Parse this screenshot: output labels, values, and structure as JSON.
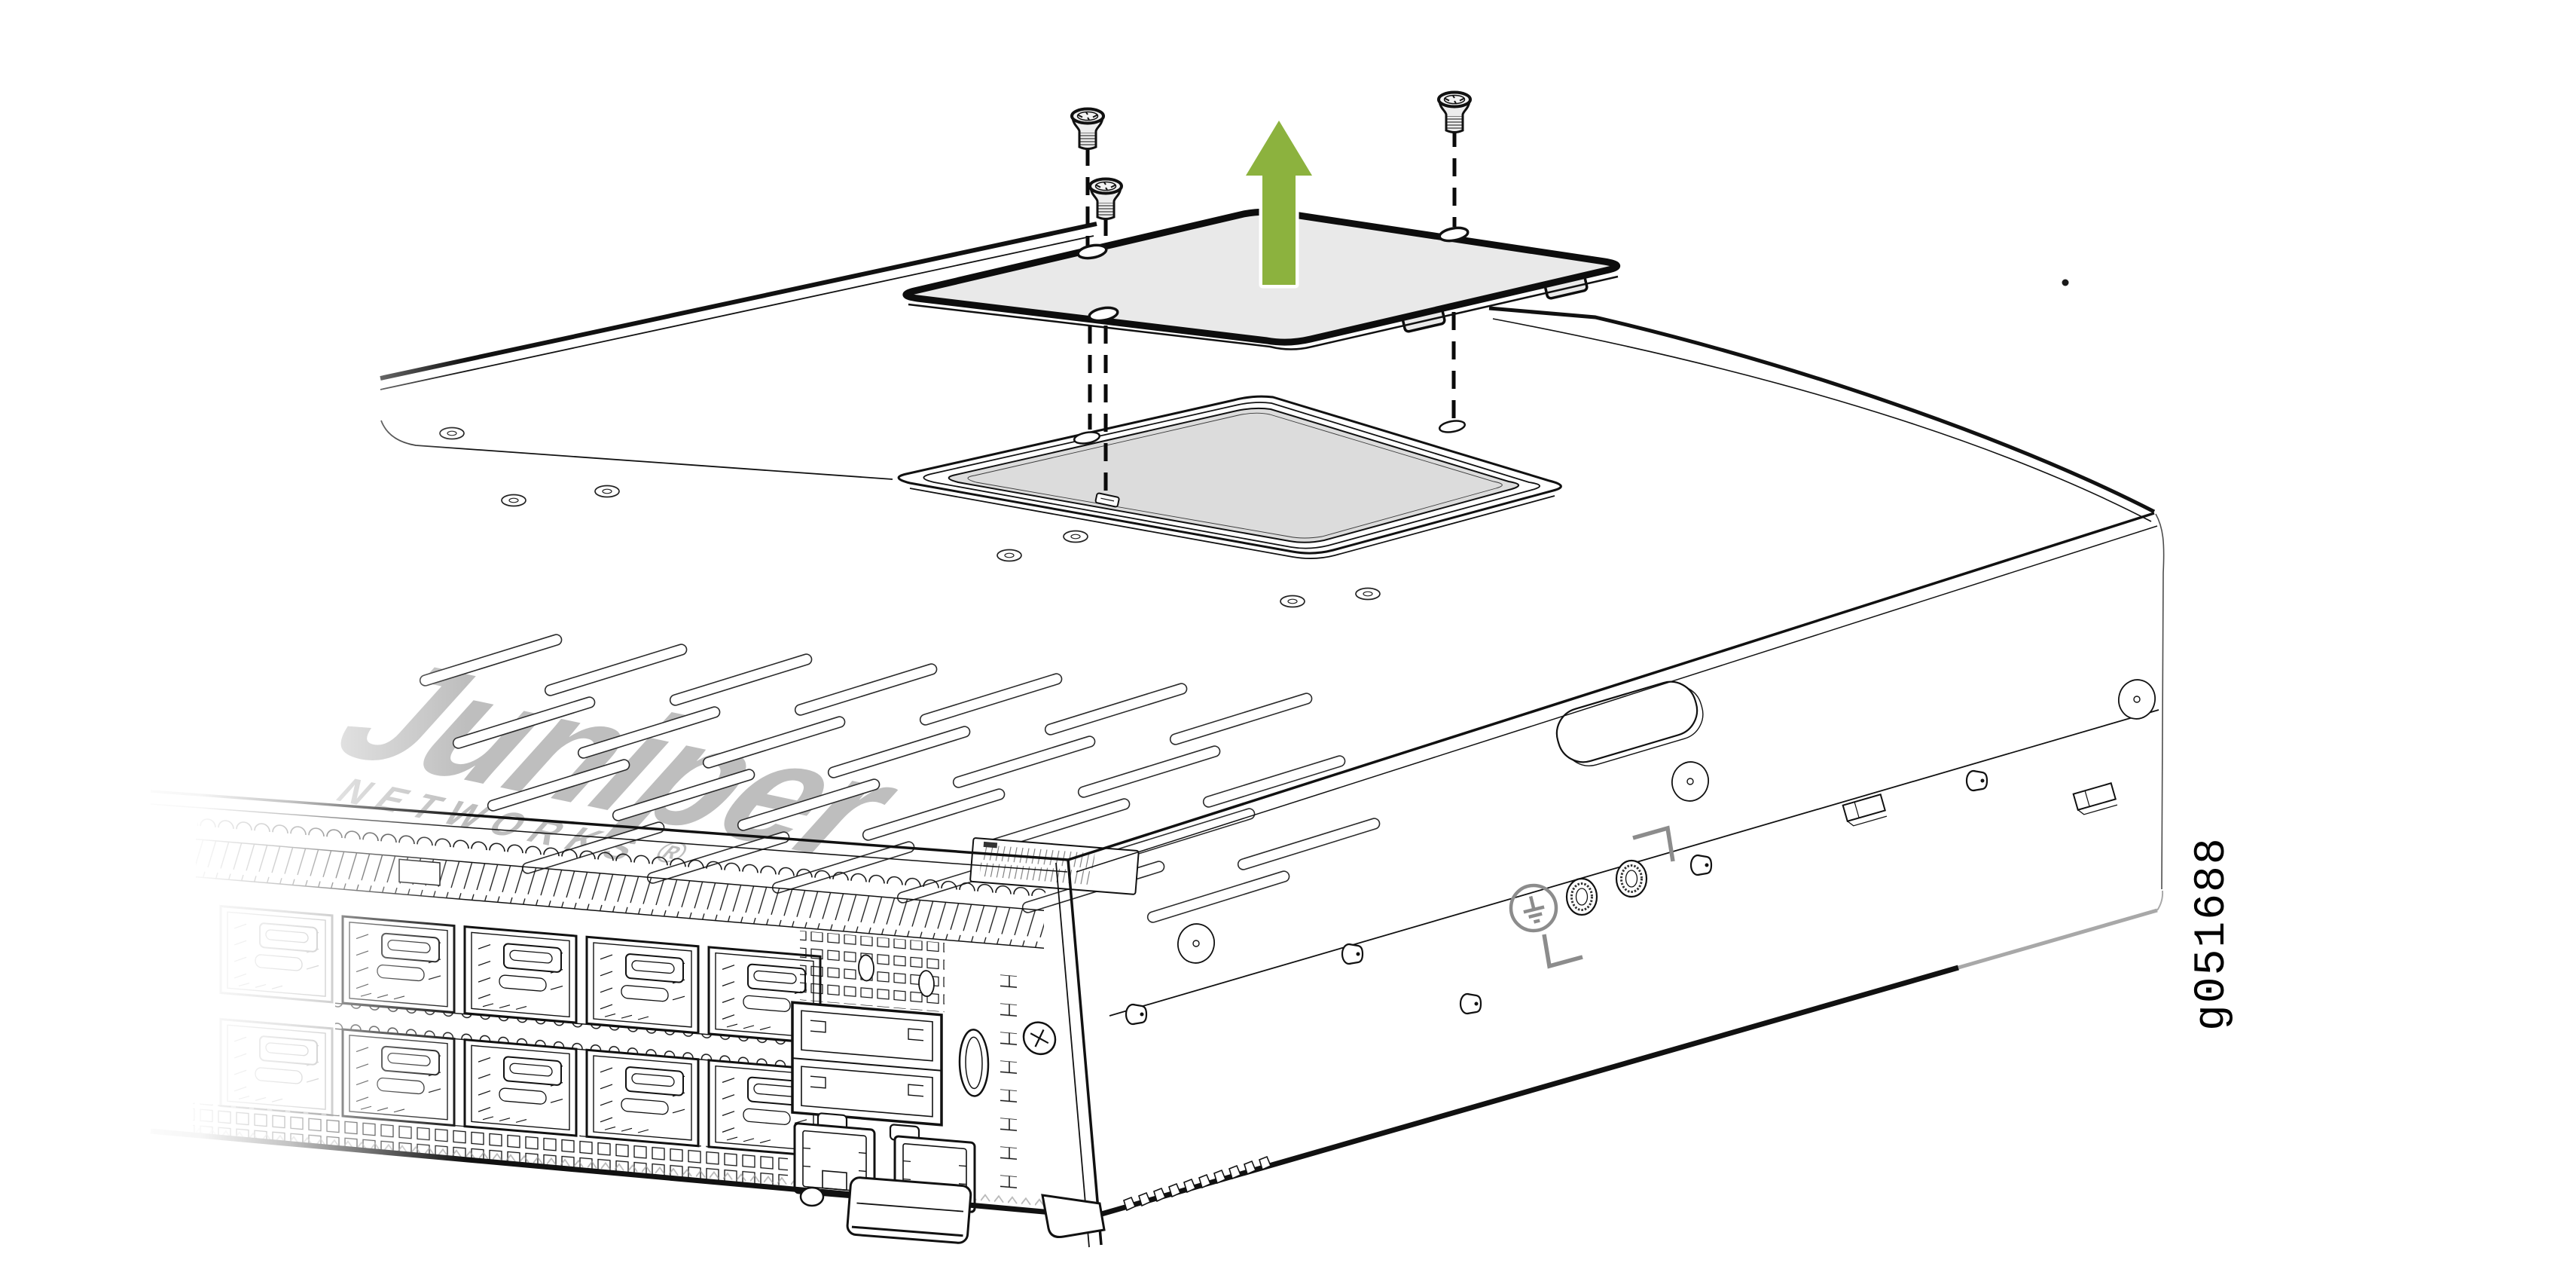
{
  "figure": {
    "code": "g051688"
  },
  "watermark": {
    "brand": "Juniper",
    "suffix": "NETWORKS",
    "registered_mark": "®"
  },
  "icons": {
    "arrow": "up-arrow",
    "screws": "countersunk-screw",
    "ground": "protective-earth-symbol"
  },
  "colors": {
    "arrow_green": "#8CB23E",
    "line_black": "#111111",
    "cover_gray": "#E9E9E9",
    "panel_gray": "#DCDCDC",
    "watermark_gray": "#AEAEAE",
    "ground_gray": "#8C8C8C",
    "background": "#FFFFFF"
  }
}
